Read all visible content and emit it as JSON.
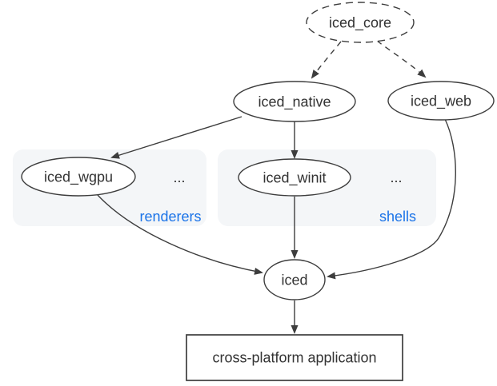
{
  "diagram": {
    "nodes": {
      "iced_core": "iced_core",
      "iced_native": "iced_native",
      "iced_web": "iced_web",
      "iced_wgpu": "iced_wgpu",
      "iced_winit": "iced_winit",
      "iced": "iced"
    },
    "clusters": {
      "renderers": {
        "label": "renderers",
        "more": "..."
      },
      "shells": {
        "label": "shells",
        "more": "..."
      }
    },
    "application_box": {
      "label": "cross-platform application"
    },
    "colors": {
      "stroke": "#3d3d3d",
      "text": "#333333",
      "cluster_fill": "#f4f6f8",
      "cluster_label": "#1a73e8",
      "background": "#ffffff"
    }
  }
}
